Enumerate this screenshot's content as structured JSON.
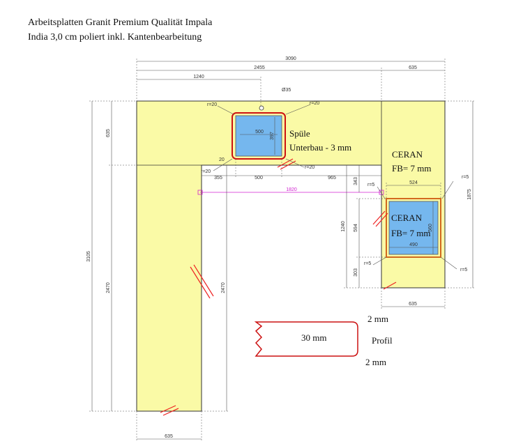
{
  "title": {
    "line1": "Arbeitsplatten Granit Premium Qualität Impala",
    "line2": "India 3,0 cm poliert inkl. Kantenbearbeitung"
  },
  "dimensions": {
    "total_width": "3090",
    "left_run": "2455",
    "right_run": "635",
    "sink_offset": "1240",
    "hole_diameter": "Ø35",
    "depth_top": "635",
    "overall_height": "3105",
    "left_height": "2470",
    "left_height_inner": "2470",
    "bottom_width_left": "635",
    "bottom_width_right": "635",
    "right_height": "1875",
    "gap_width": "1820",
    "sink_left": "355",
    "sink_width_below": "500",
    "sink_to_right": "965",
    "small_343": "343",
    "vert_1240": "1240",
    "vert_594": "594",
    "vert_303": "303",
    "ceran_top_width": "524",
    "ceran_inner_width": "490",
    "ceran_height": "560",
    "sink_inner_width": "500",
    "sink_inner_height": "397",
    "r20_a": "r=20",
    "r20_b": "r=20",
    "r20_c": "r=20",
    "r20_d": "r=20",
    "r20_e": "20",
    "r5_a": "r=5",
    "r5_b": "r=5",
    "r5_c": "r=5",
    "r5_d": "r=5"
  },
  "labels": {
    "sink_title": "Spüle",
    "sink_mount": "Unterbau - 3 mm",
    "ceran_top": "CERAN",
    "ceran_top_fb": "FB= 7 mm",
    "ceran_in": "CERAN",
    "ceran_in_fb": "FB= 7 mm"
  },
  "profile": {
    "thickness": "30 mm",
    "top_bevel": "2 mm",
    "name": "Profil",
    "bottom_bevel": "2 mm"
  },
  "colors": {
    "countertop": "#fafaa6",
    "cutout": "#75b7ee",
    "cutout_border": "#d2691e",
    "sink_border": "#cc1111",
    "edge_mark": "#ee2222",
    "seam_line": "#d020d0"
  }
}
